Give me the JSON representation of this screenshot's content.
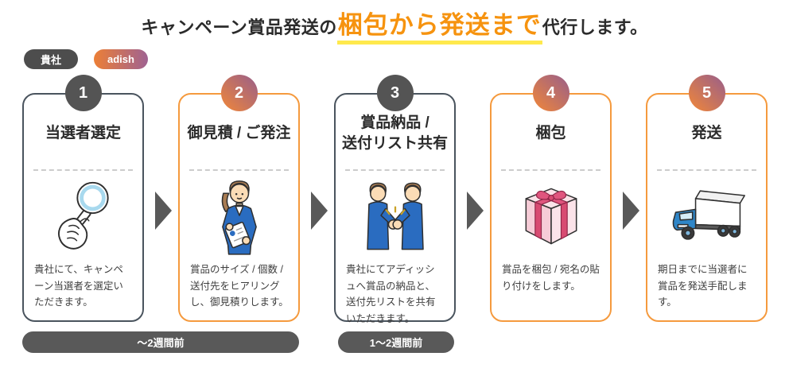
{
  "header": {
    "title_prefix": "キャンペーン賞品発送の",
    "title_highlight": "梱包から発送まで",
    "title_suffix": "代行します。"
  },
  "legend": {
    "company": "貴社",
    "vendor": "adish"
  },
  "steps": [
    {
      "number": "1",
      "title": "当選者選定",
      "description": "貴社にて、キャンペーン当選者を選定いただきます。",
      "owner": "company",
      "icon": "magnifier-hand-icon"
    },
    {
      "number": "2",
      "title": "御見積 / ご発注",
      "description": "賞品のサイズ / 個数 / 送付先をヒアリングし、御見積りします。",
      "owner": "adish",
      "icon": "estimate-staff-icon"
    },
    {
      "number": "3",
      "title": "賞品納品 /\n送付リスト共有",
      "description": "貴社にてアディッシュへ賞品の納品と、送付先リストを共有いただきます。",
      "owner": "company",
      "icon": "handshake-icon"
    },
    {
      "number": "4",
      "title": "梱包",
      "description": "賞品を梱包 / 宛名の貼り付けをします。",
      "owner": "adish",
      "icon": "gift-box-icon"
    },
    {
      "number": "5",
      "title": "発送",
      "description": "期日までに当選者に賞品を発送手配します。",
      "owner": "adish",
      "icon": "truck-icon"
    }
  ],
  "timeline": [
    {
      "label": "〜2週間前"
    },
    {
      "label": "1〜2週間前"
    }
  ],
  "colors": {
    "accent_orange": "#f6930f",
    "highlight_yellow": "#ffe94d",
    "card_dark_border": "#4a545e",
    "card_orange_border": "#f59a3e",
    "badge_dark": "#4d4d4d",
    "gradient_start": "#ec7f36",
    "gradient_end": "#9f6292",
    "pill_gray": "#595959"
  }
}
